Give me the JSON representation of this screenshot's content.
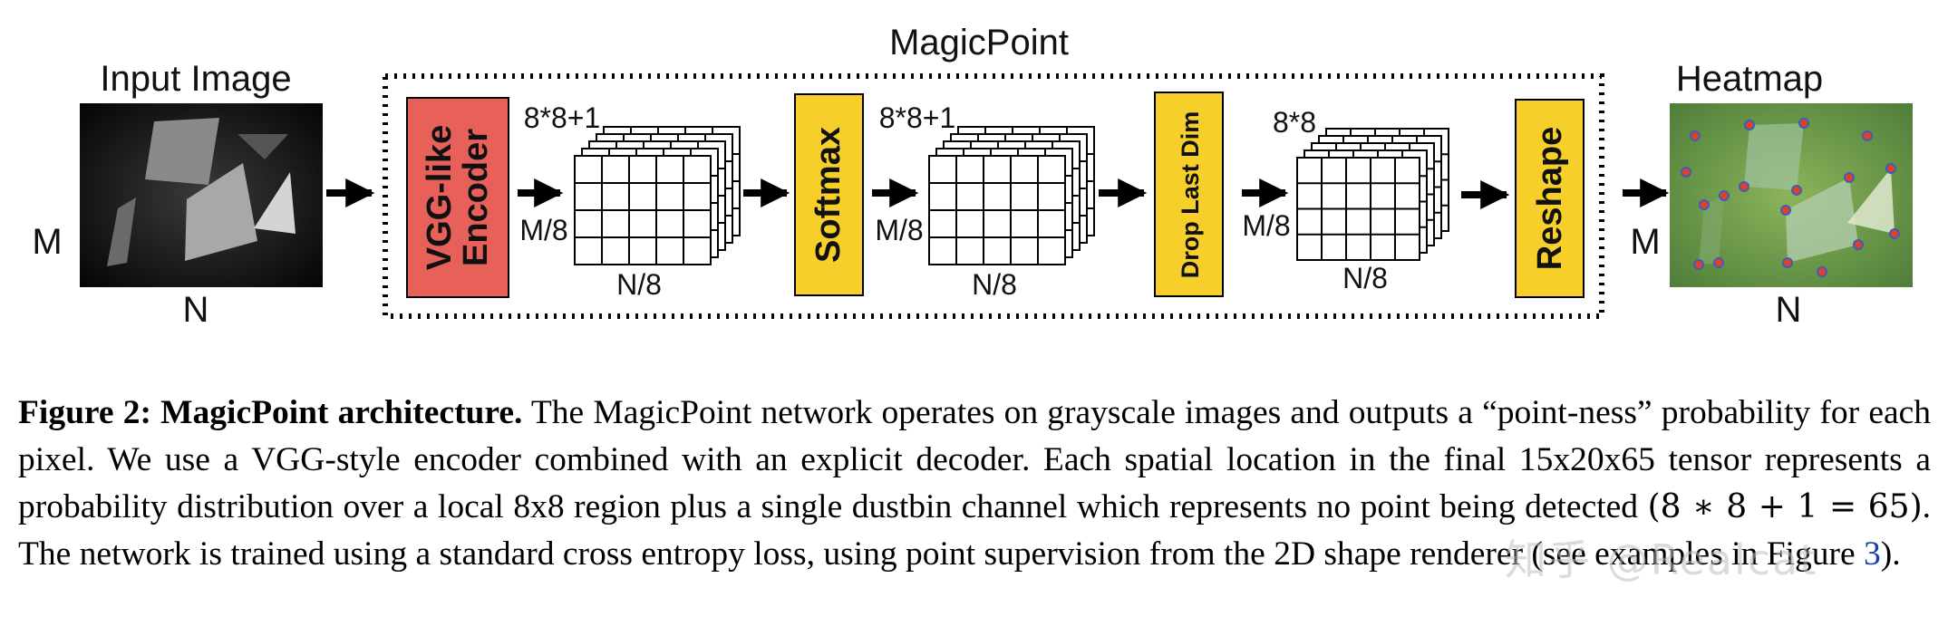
{
  "figure": {
    "magicpoint_label": "MagicPoint",
    "input": {
      "title": "Input Image",
      "side_label": "M",
      "bottom_label": "N"
    },
    "encoder": {
      "line1": "VGG-like",
      "line2": "Encoder"
    },
    "tensor1": {
      "top_label": "8*8+1",
      "side_label": "M/8",
      "bottom_label": "N/8"
    },
    "softmax": {
      "label": "Softmax"
    },
    "tensor2": {
      "top_label": "8*8+1",
      "side_label": "M/8",
      "bottom_label": "N/8"
    },
    "drop": {
      "label": "Drop Last Dim"
    },
    "tensor3": {
      "top_label": "8*8",
      "side_label": "M/8",
      "bottom_label": "N/8"
    },
    "reshape": {
      "label": "Reshape"
    },
    "heatmap": {
      "title": "Heatmap",
      "side_label": "M",
      "bottom_label": "N"
    },
    "colors": {
      "encoder": "#e8605a",
      "yellow_block": "#f6cf2a",
      "heatmap_bg": "#6f9a45"
    }
  },
  "caption": {
    "figure_label": "Figure 2:",
    "bold_title": "MagicPoint architecture.",
    "text_a": "The MagicPoint network operates on grayscale images and outputs a “point-ness” probability for each pixel. We use a VGG-style encoder combined with an explicit decoder. Each spatial location in the final 15x20x65 tensor represents a probability distribution over a local 8x8 region plus a single dustbin channel which represents no point being detected",
    "math": "(8 ∗ 8 + 1 = 65)",
    "text_b": ". The network is trained using a standard cross entropy loss, using point supervision from the 2D shape renderer (see examples in Figure",
    "figure_ref": "3",
    "text_end": ").",
    "watermark": "知乎 @Realcat"
  }
}
